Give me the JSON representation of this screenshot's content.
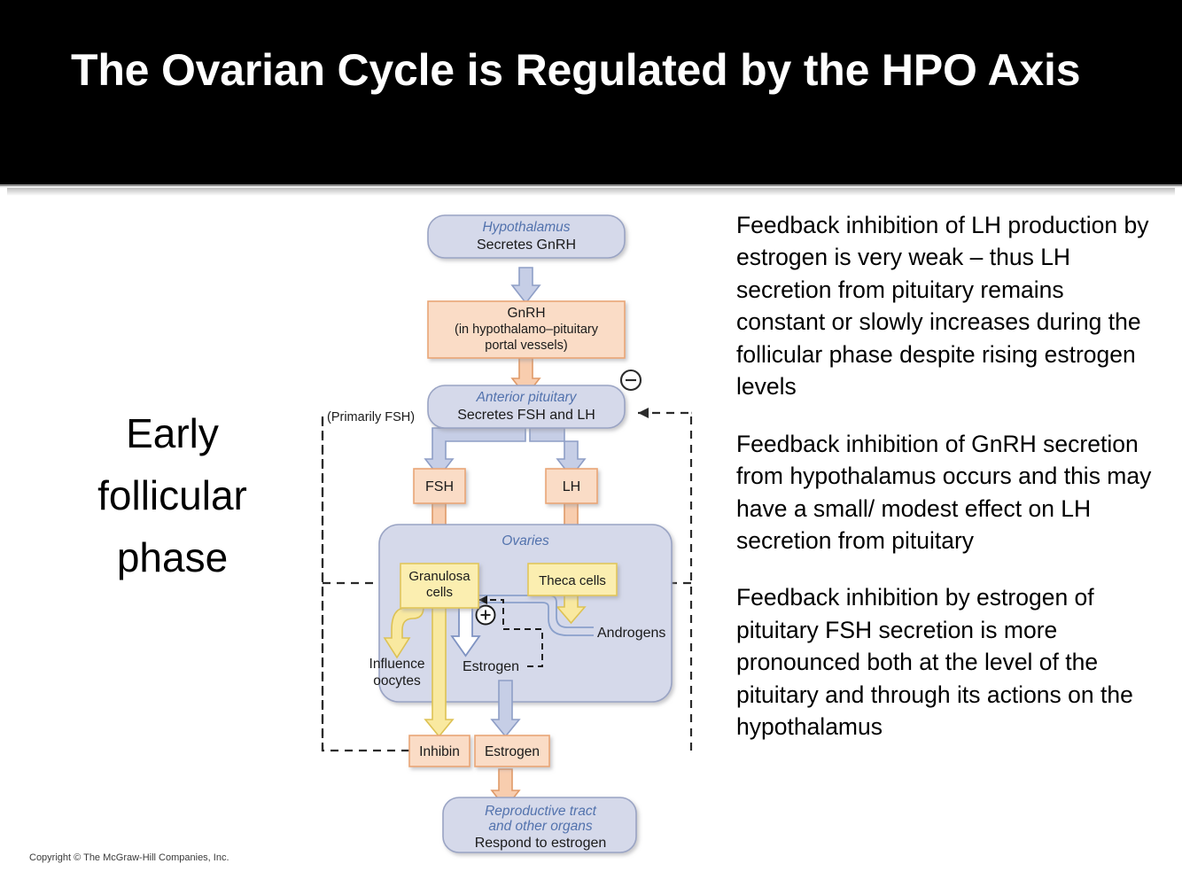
{
  "slide": {
    "title": "The Ovarian Cycle is Regulated by the HPO Axis",
    "phase_label_lines": [
      "Early",
      "follicular",
      "phase"
    ],
    "copyright": "Copyright © The McGraw-Hill Companies, Inc."
  },
  "notes": {
    "paragraphs": [
      "Feedback inhibition of LH production by estrogen is very weak – thus LH secretion from pituitary remains constant or slowly increases during the follicular phase despite rising estrogen levels",
      "Feedback inhibition of GnRH secretion from hypothalamus occurs and this may have a small/ modest effect on LH secretion from pituitary",
      "Feedback inhibition by estrogen of pituitary FSH secretion is more pronounced both at the level of the pituitary and through its actions on the hypothalamus"
    ]
  },
  "diagram": {
    "hypothalamus": {
      "organ": "Hypothalamus",
      "action": "Secretes GnRH"
    },
    "gnrh": {
      "line1": "GnRH",
      "line2": "(in hypothalamo–pituitary",
      "line3": "portal vessels)"
    },
    "pituitary": {
      "organ": "Anterior pituitary",
      "action": "Secretes FSH and LH"
    },
    "primarily_fsh": "(Primarily FSH)",
    "fsh": "FSH",
    "lh": "LH",
    "ovaries": "Ovaries",
    "granulosa": {
      "line1": "Granulosa",
      "line2": "cells"
    },
    "theca": "Theca cells",
    "androgens": "Androgens",
    "influence_oocytes": {
      "line1": "Influence",
      "line2": "oocytes"
    },
    "estrogen_inner": "Estrogen",
    "inhibin": "Inhibin",
    "estrogen_out": "Estrogen",
    "repro": {
      "organ_line1": "Reproductive tract",
      "organ_line2": "and other organs",
      "action": "Respond to estrogen"
    },
    "signs": {
      "negative": "⊖",
      "positive": "⊕"
    }
  },
  "colors": {
    "title_bg": "#000000",
    "title_fg": "#ffffff",
    "organ_box_fill": "#d5d9ea",
    "organ_box_stroke": "#9aa4c4",
    "organ_text": "#5272ad",
    "hormone_box_fill": "#fadcc6",
    "hormone_box_stroke": "#e9a676",
    "cell_box_fill": "#fbeeb0",
    "cell_box_stroke": "#e2c65a",
    "blue_arrow_fill": "#c6cee6",
    "orange_arrow_fill": "#f8cdae",
    "yellow_arrow_fill": "#f9e9a0",
    "dashed_line": "#2b2b2b"
  }
}
